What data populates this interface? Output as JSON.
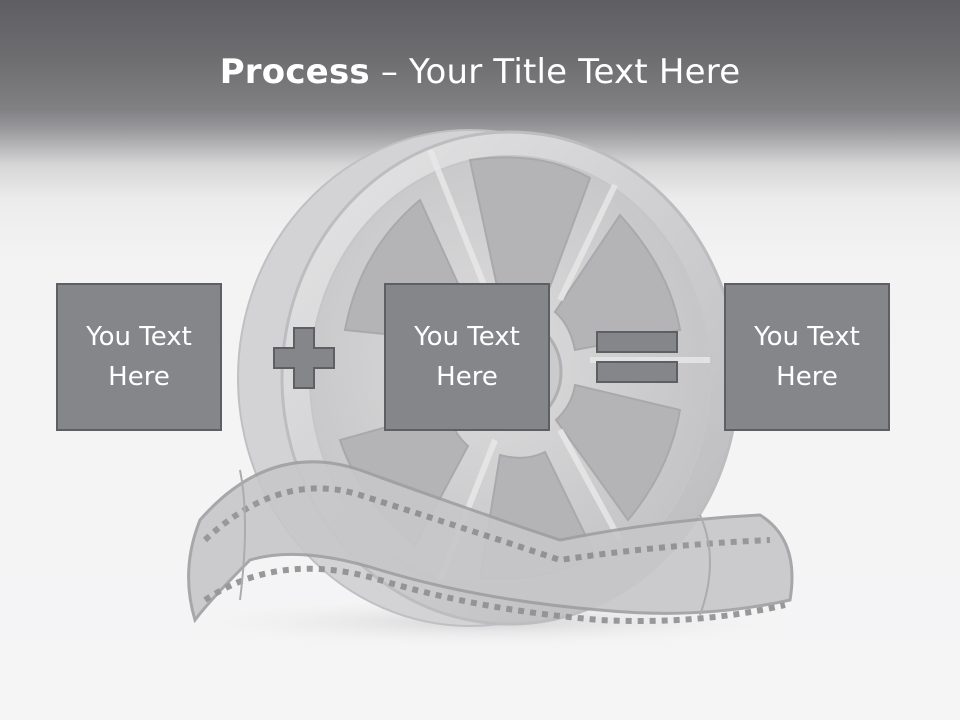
{
  "slide": {
    "title_strong": "Process",
    "title_rest": " – Your Title Text Here",
    "boxes": [
      {
        "line1": "You Text",
        "line2": "Here"
      },
      {
        "line1": "You Text",
        "line2": "Here"
      },
      {
        "line1": "You Text",
        "line2": "Here"
      }
    ],
    "operators": [
      "plus-icon",
      "equals-icon"
    ],
    "colors": {
      "box_fill": "#85868a",
      "box_border": "#5e5f63",
      "header_dark": "#5f5f62",
      "title_text": "#ffffff"
    },
    "background_image": "film-reel-with-film-strip"
  }
}
